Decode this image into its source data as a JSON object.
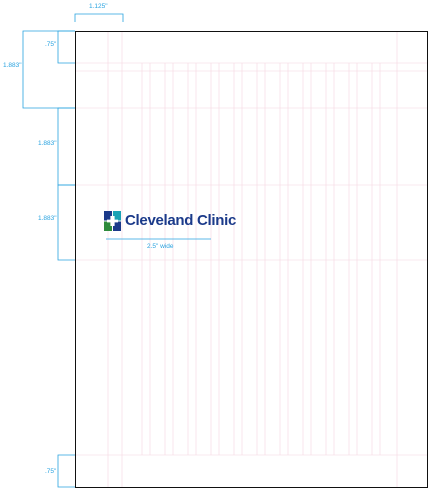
{
  "dimensions": {
    "top_width": "1.125\"",
    "top_margin_small": ".75\"",
    "top_margin_large": "1.883\"",
    "left_segment_1": "1.883\"",
    "left_segment_2": "1.883\"",
    "bottom_margin": ".75\"",
    "logo_width": "2.5\" wide"
  },
  "logo": {
    "name": "Cleveland Clinic",
    "icon": "cleveland-clinic-cross-mark",
    "colors": {
      "blue": "#1b3a8a",
      "green": "#2e8b3c",
      "teal": "#1aa3b5"
    }
  },
  "colors": {
    "dimension": "#29a3e0",
    "page_border": "#111111",
    "grid_line": "#f3d6e0"
  }
}
